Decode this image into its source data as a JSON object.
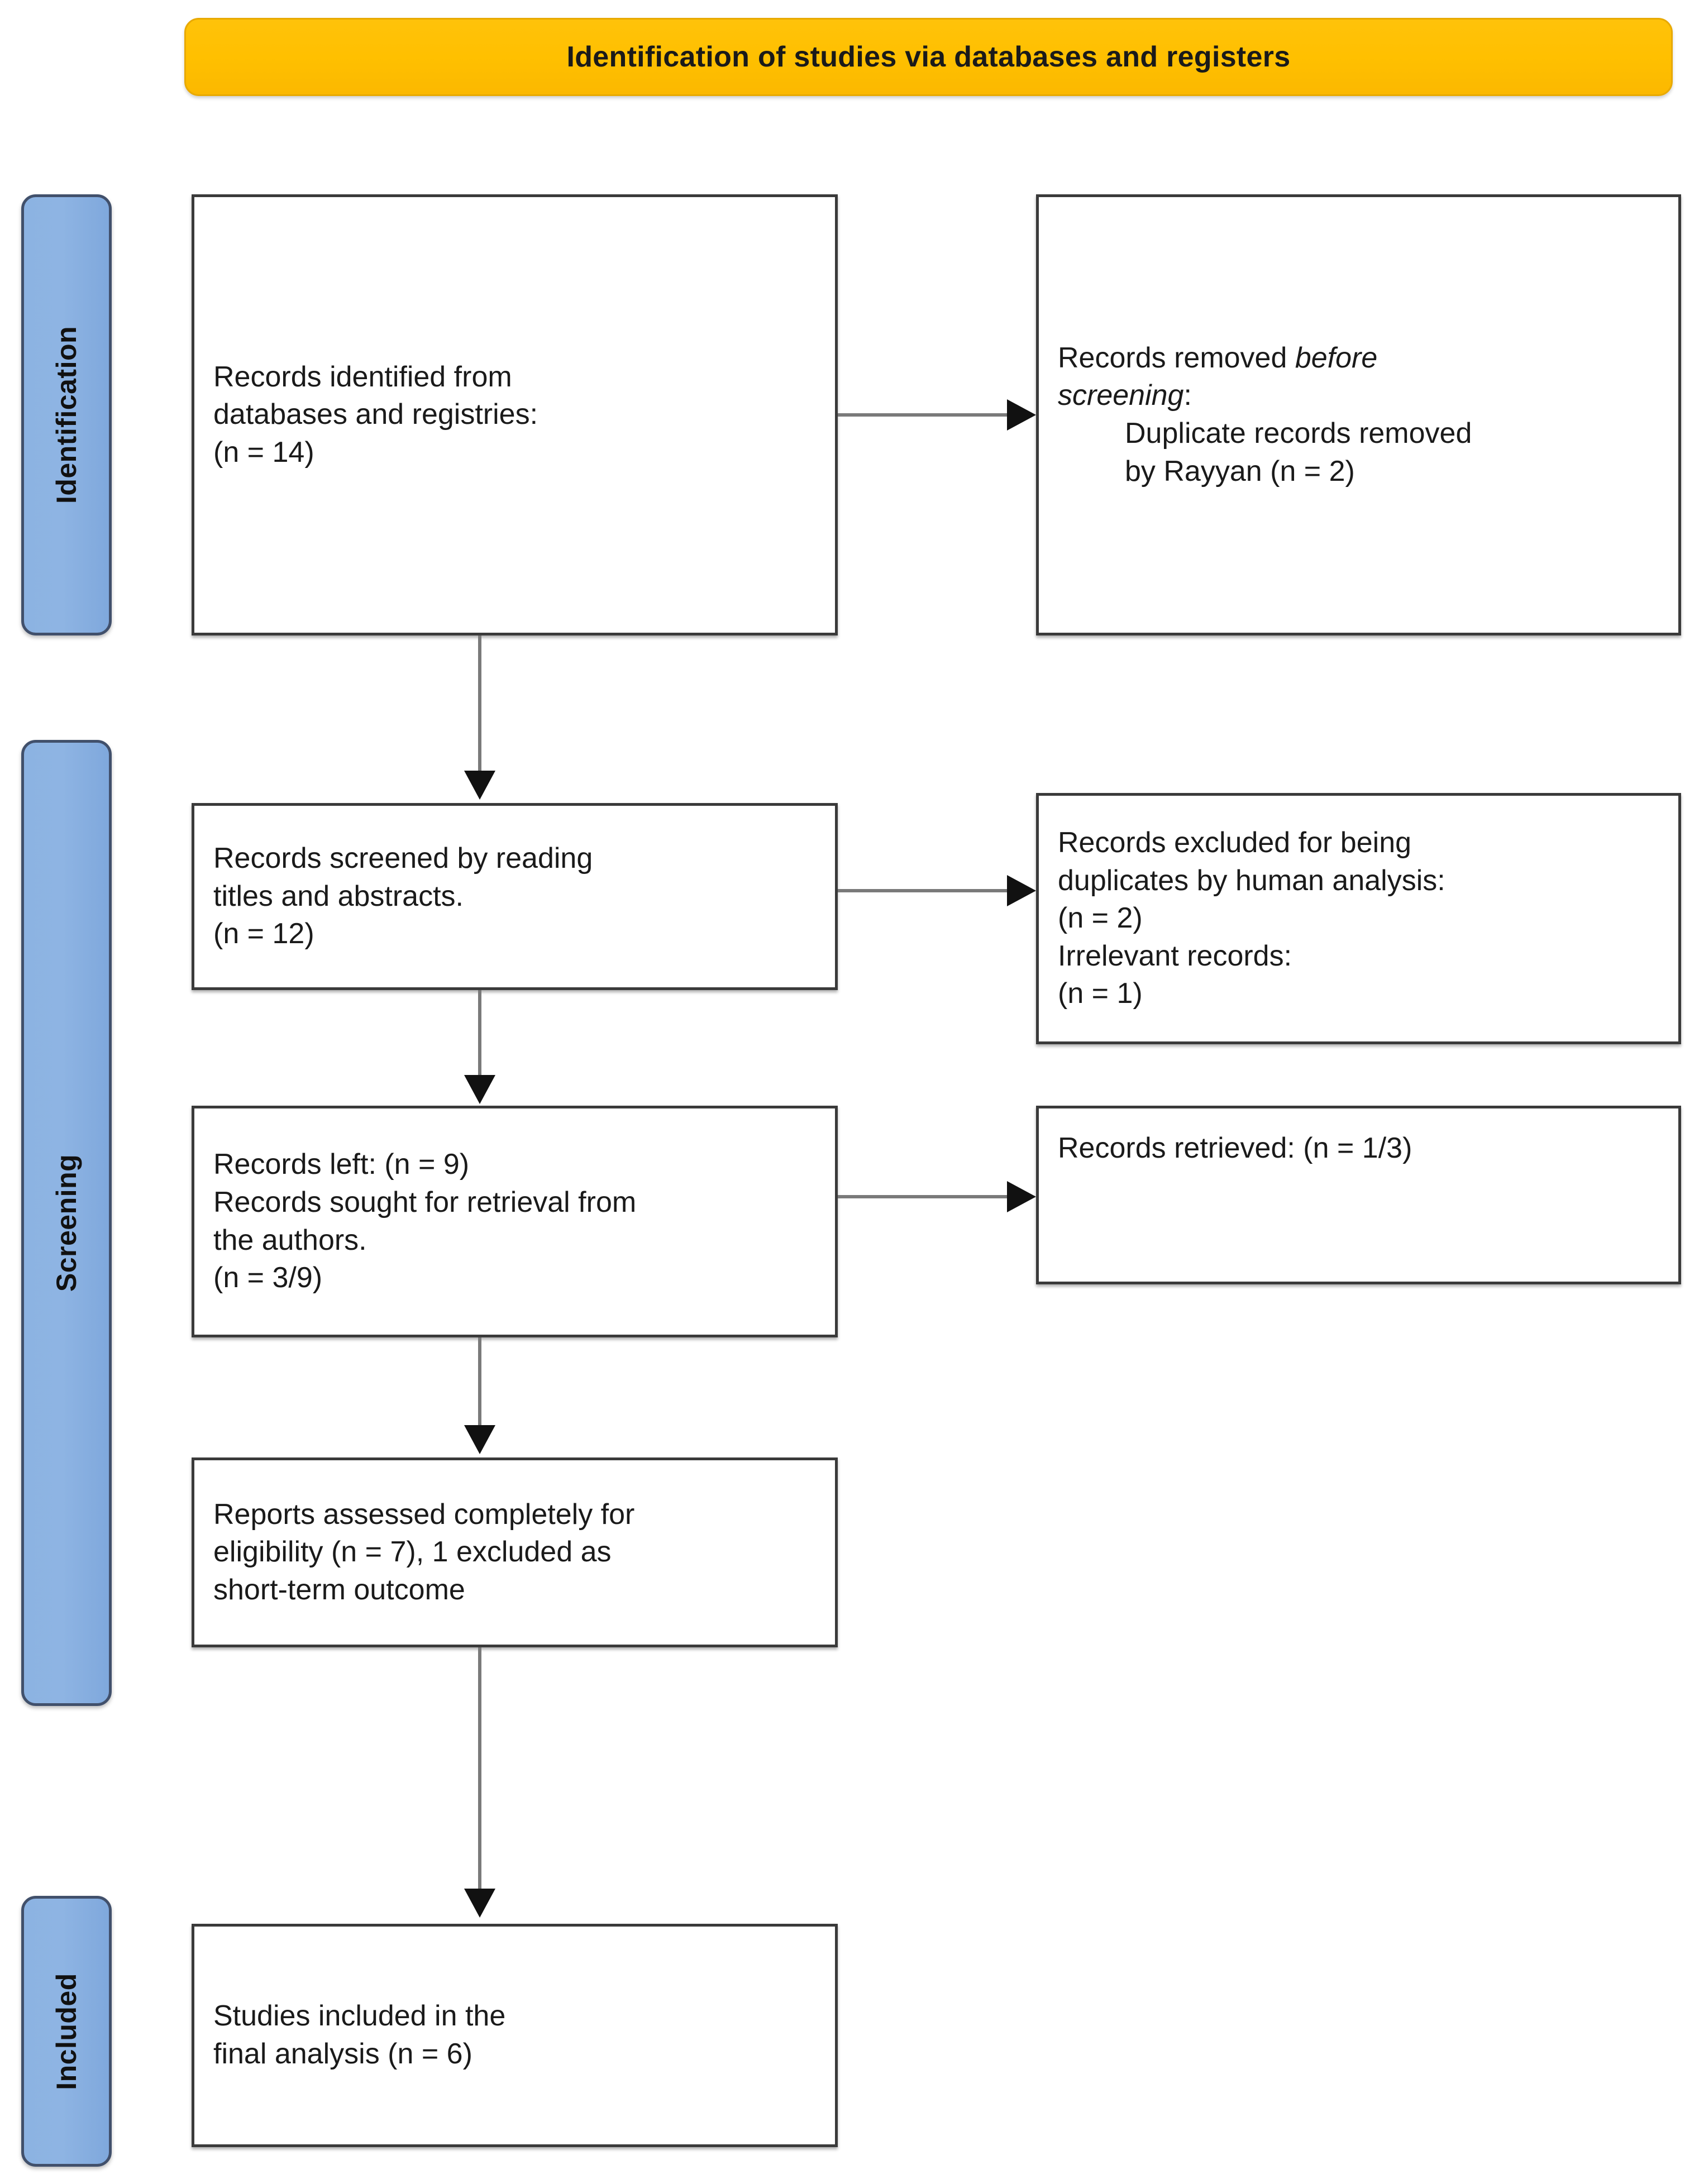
{
  "header": {
    "title": "Identification of studies via databases and registers",
    "background_color": "#FFC000"
  },
  "stages": [
    {
      "id": "identification",
      "label": "Identification",
      "color": "#8EB4E3"
    },
    {
      "id": "screening",
      "label": "Screening",
      "color": "#8EB4E3"
    },
    {
      "id": "included",
      "label": "Included",
      "color": "#8EB4E3"
    }
  ],
  "boxes": {
    "records_identified": {
      "line1": "Records identified from",
      "line2": "databases and registries:",
      "line3": "(n = 14)"
    },
    "records_removed": {
      "line1_plain": "Records removed ",
      "line1_italic": "before",
      "line2_italic": "screening",
      "line2_plain": ":",
      "line3": "Duplicate records removed",
      "line4": "by Rayyan (n = 2)"
    },
    "records_screened": {
      "line1": "Records screened by reading",
      "line2": "titles and abstracts.",
      "line3": "(n = 12)"
    },
    "records_excluded": {
      "line1": "Records excluded for being",
      "line2": "duplicates by human analysis:",
      "line3": "(n = 2)",
      "line4": "Irrelevant records:",
      "line5": "(n = 1)"
    },
    "records_left": {
      "line1": "Records left: (n = 9)",
      "line2": "Records sought for retrieval from",
      "line3": "the authors.",
      "line4": "(n = 3/9)"
    },
    "records_retrieved": {
      "line1": "Records retrieved: (n = 1/3)"
    },
    "reports_assessed": {
      "line1": "Reports assessed completely for",
      "line2": "eligibility (n = 7), 1 excluded as",
      "line3": "short-term outcome"
    },
    "studies_included": {
      "line1": "Studies included in the",
      "line2": "final analysis (n = 6)"
    }
  },
  "chart_data": {
    "type": "diagram",
    "title": "Identification of studies via databases and registers",
    "nodes": [
      {
        "id": "records_identified",
        "stage": "Identification",
        "column": "left",
        "label": "Records identified from databases and registries:",
        "n": 14
      },
      {
        "id": "records_removed",
        "stage": "Identification",
        "column": "right",
        "label": "Records removed before screening: Duplicate records removed by Rayyan",
        "n": 2
      },
      {
        "id": "records_screened",
        "stage": "Screening",
        "column": "left",
        "label": "Records screened by reading titles and abstracts.",
        "n": 12
      },
      {
        "id": "records_excluded",
        "stage": "Screening",
        "column": "right",
        "label": "Records excluded for being duplicates by human analysis / Irrelevant records",
        "n": "2 / 1"
      },
      {
        "id": "records_left",
        "stage": "Screening",
        "column": "left",
        "label": "Records left; Records sought for retrieval from the authors.",
        "n": "9 / 3 of 9"
      },
      {
        "id": "records_retrieved",
        "stage": "Screening",
        "column": "right",
        "label": "Records retrieved",
        "n": "1/3"
      },
      {
        "id": "reports_assessed",
        "stage": "Screening",
        "column": "left",
        "label": "Reports assessed completely for eligibility, 1 excluded as short-term outcome",
        "n": 7
      },
      {
        "id": "studies_included",
        "stage": "Included",
        "column": "left",
        "label": "Studies included in the final analysis",
        "n": 6
      }
    ],
    "edges": [
      {
        "from": "records_identified",
        "to": "records_removed",
        "direction": "right"
      },
      {
        "from": "records_identified",
        "to": "records_screened",
        "direction": "down"
      },
      {
        "from": "records_screened",
        "to": "records_excluded",
        "direction": "right"
      },
      {
        "from": "records_screened",
        "to": "records_left",
        "direction": "down"
      },
      {
        "from": "records_left",
        "to": "records_retrieved",
        "direction": "right"
      },
      {
        "from": "records_left",
        "to": "reports_assessed",
        "direction": "down"
      },
      {
        "from": "reports_assessed",
        "to": "studies_included",
        "direction": "down"
      }
    ]
  }
}
